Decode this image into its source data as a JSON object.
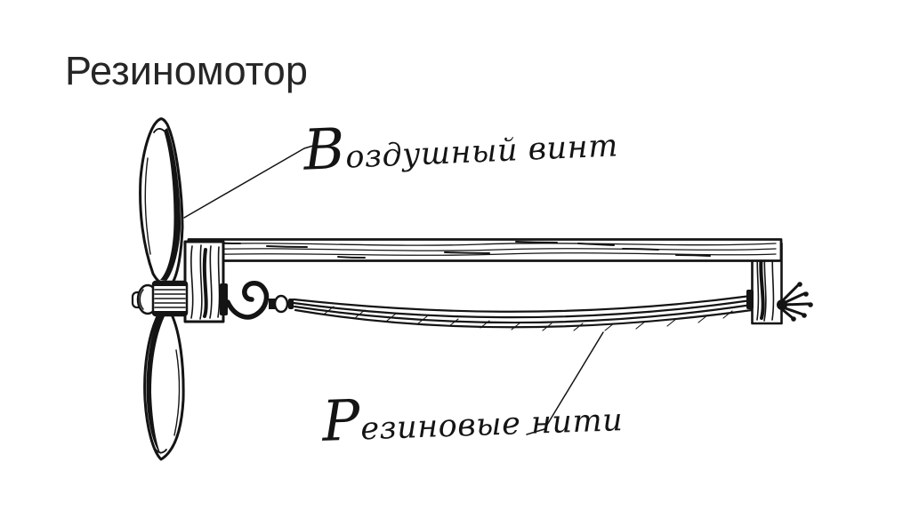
{
  "slide": {
    "title": "Резиномотор"
  },
  "colors": {
    "background": "#ffffff",
    "title_text": "#262626",
    "ink": "#141414"
  },
  "figure": {
    "labels": {
      "propeller": "Воздушный винт",
      "rubber_threads": "Резиновые нити"
    }
  }
}
